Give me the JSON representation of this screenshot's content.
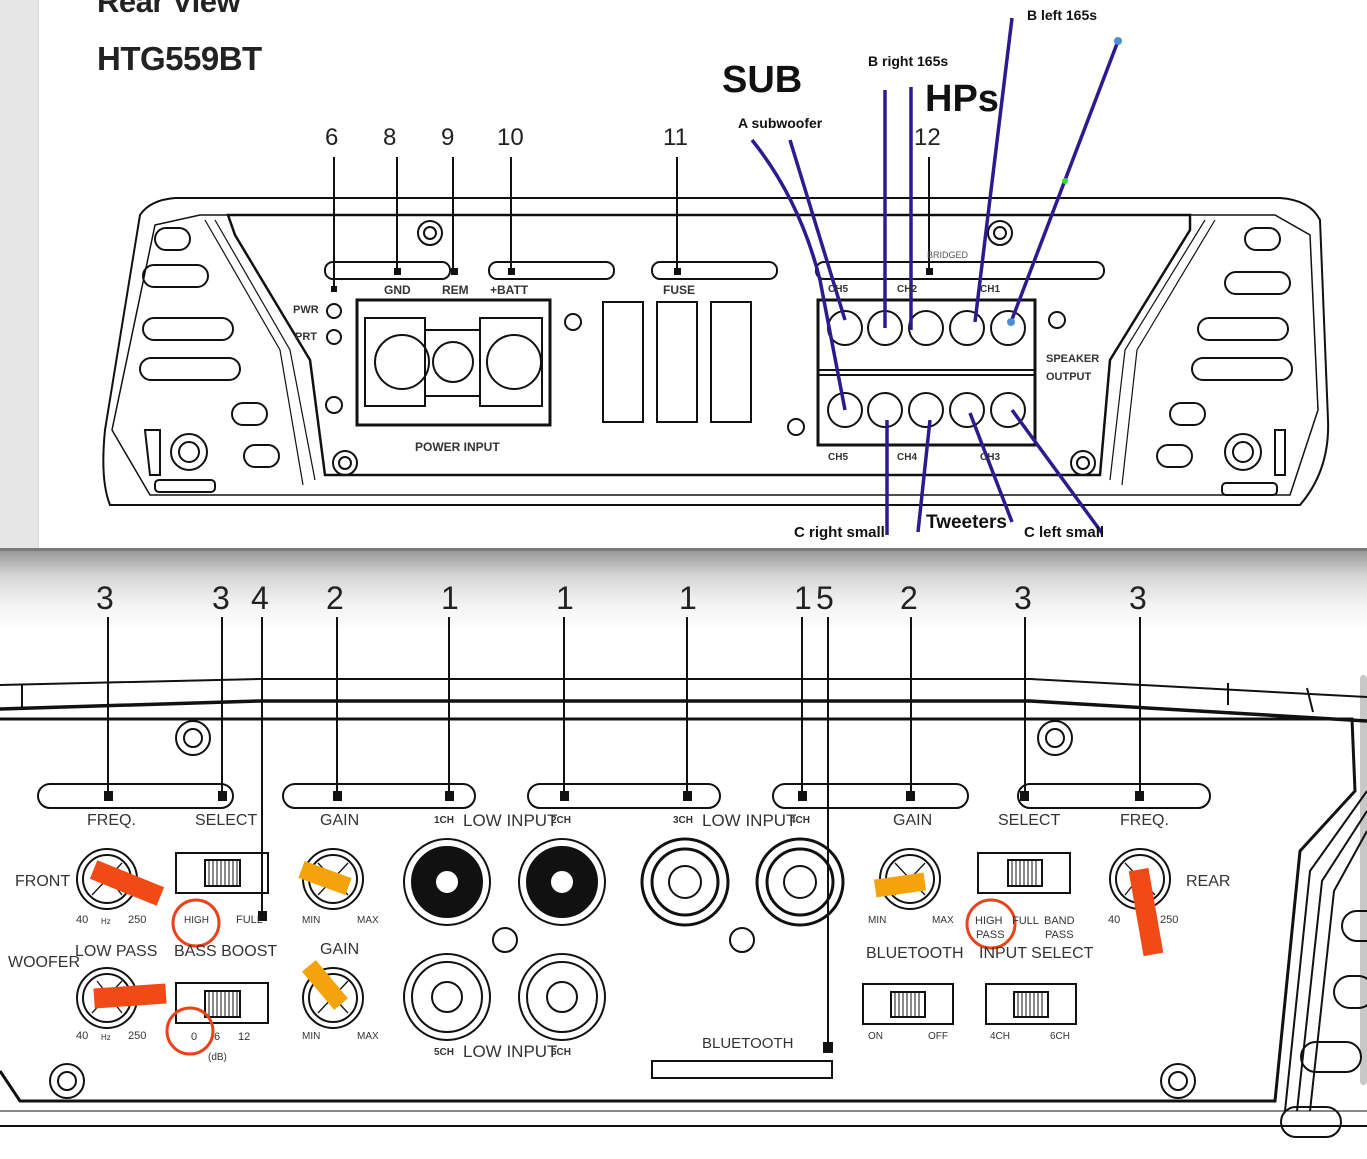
{
  "document": {
    "title": "Rear View",
    "model": "HTG559BT"
  },
  "top_panel": {
    "callout_numbers": [
      "6",
      "8",
      "9",
      "10",
      "11",
      "12"
    ],
    "terminal_labels": {
      "gnd": "GND",
      "rem": "REM",
      "batt": "+BATT",
      "fuse": "FUSE",
      "power_input": "POWER INPUT",
      "pwr": "PWR",
      "prt": "PRT",
      "bridged": "BRIDGED",
      "ch5_top": "CH5",
      "ch2": "CH2",
      "ch1": "CH1",
      "ch5_bottom": "CH5",
      "ch4": "CH4",
      "ch3": "CH3",
      "speaker_output_line1": "SPEAKER",
      "speaker_output_line2": "OUTPUT"
    },
    "annotations": {
      "sub": "SUB",
      "a_subwoofer": "A subwoofer",
      "b_right": "B right 165s",
      "hps": "HPs",
      "b_left": "B left 165s",
      "c_right": "C right small",
      "tweeters": "Tweeters",
      "c_left": "C left small"
    },
    "annotation_color": "#2e1a8f"
  },
  "bottom_panel": {
    "callout_numbers": [
      "3",
      "3",
      "4",
      "2",
      "1",
      "1",
      "1",
      "1",
      "5",
      "2",
      "3",
      "3"
    ],
    "labels": {
      "freq_left": "FREQ.",
      "select_left": "SELECT",
      "gain_left": "GAIN",
      "low_input_12": "LOW INPUT",
      "ch1": "1CH",
      "ch2": "2CH",
      "low_input_34": "LOW INPUT",
      "ch3": "3CH",
      "ch4": "4CH",
      "gain_right": "GAIN",
      "select_right": "SELECT",
      "freq_right": "FREQ.",
      "front": "FRONT",
      "woofer": "WOOFER",
      "low_pass": "LOW PASS",
      "bass_boost": "BASS BOOST",
      "gain_woofer": "GAIN",
      "high": "HIGH",
      "full": "FULL",
      "hz_40": "40",
      "hz": "Hz",
      "hz_250": "250",
      "min": "MIN",
      "max": "MAX",
      "db_0": "0",
      "db_6": "6",
      "db_12": "12",
      "db_unit": "(dB)",
      "low_input_56": "LOW INPUT",
      "ch5": "5CH",
      "ch6": "6CH",
      "bluetooth_port": "BLUETOOTH",
      "bluetooth": "BLUETOOTH",
      "on": "ON",
      "off": "OFF",
      "high_pass_1": "HIGH",
      "high_pass_2": "PASS",
      "full_right": "FULL",
      "band_pass_1": "BAND",
      "band_pass_2": "PASS",
      "input_select": "INPUT SELECT",
      "ch4_opt": "4CH",
      "ch6_opt": "6CH",
      "rear": "REAR"
    },
    "settings": {
      "front_freq": "HIGH pass selected",
      "woofer_bass_boost_db": 0,
      "rear_select": "HIGH PASS",
      "input_select": "4CH"
    },
    "marker_colors": {
      "freq_marker": "#f24a17",
      "gain_marker": "#f5a30a",
      "circle": "#e8441c"
    }
  }
}
